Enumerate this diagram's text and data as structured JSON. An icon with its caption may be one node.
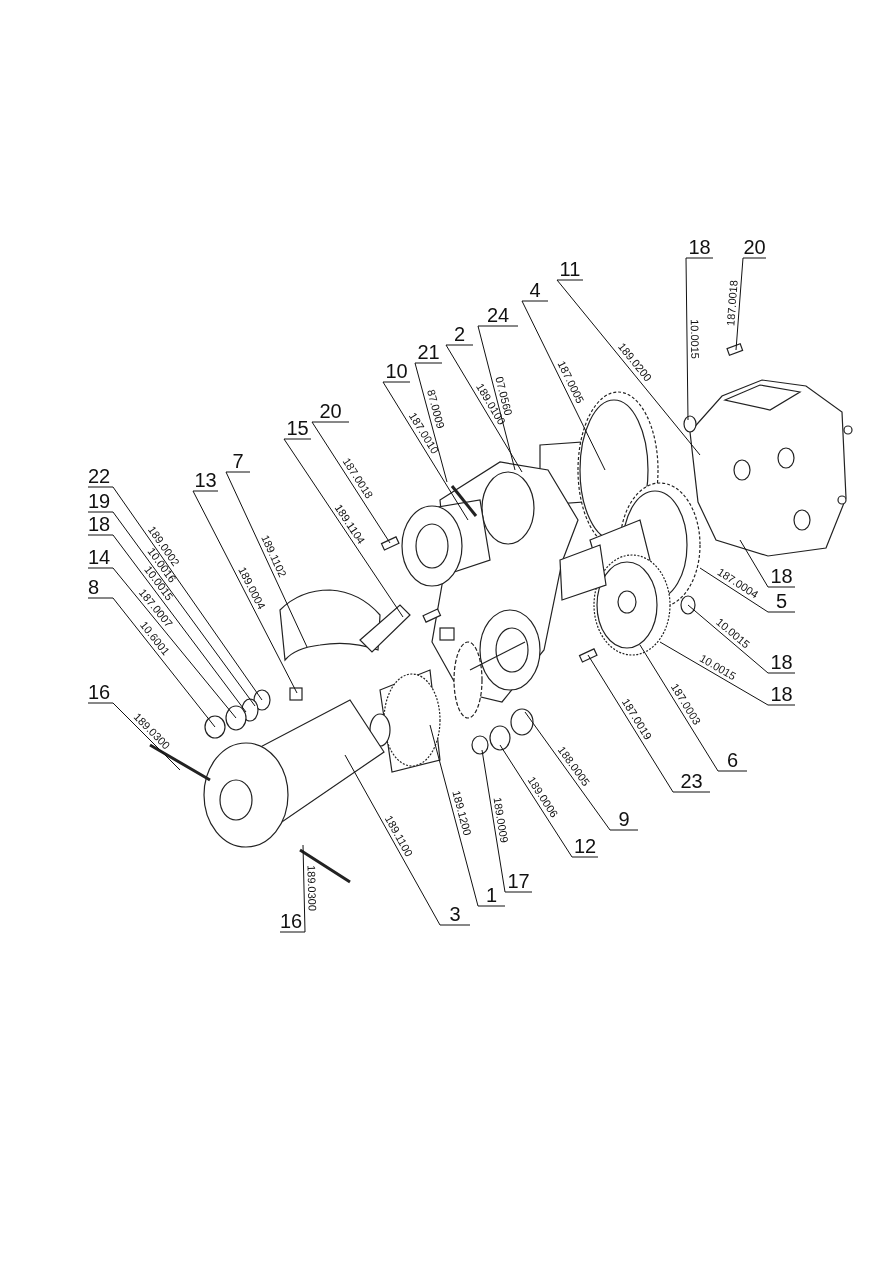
{
  "diagram": {
    "nodes": [
      {
        "text": [
          "20"
        ]
      },
      {
        "text": [
          "18"
        ]
      },
      {
        "text": [
          "11"
        ]
      },
      {
        "text": [
          "4"
        ]
      },
      {
        "text": [
          "24"
        ]
      },
      {
        "text": [
          "2"
        ]
      },
      {
        "text": [
          "21"
        ]
      },
      {
        "text": [
          "10"
        ]
      },
      {
        "text": [
          "20"
        ]
      },
      {
        "text": [
          "15"
        ]
      },
      {
        "text": [
          "7"
        ]
      },
      {
        "text": [
          "13"
        ]
      },
      {
        "text": [
          "22"
        ]
      },
      {
        "text": [
          "19"
        ]
      },
      {
        "text": [
          "18"
        ]
      },
      {
        "text": [
          "14"
        ]
      },
      {
        "text": [
          "8"
        ]
      },
      {
        "text": [
          "16"
        ]
      },
      {
        "text": [
          "18"
        ]
      },
      {
        "text": [
          "5"
        ]
      },
      {
        "text": [
          "18"
        ]
      },
      {
        "text": [
          "18"
        ]
      },
      {
        "text": [
          "6"
        ]
      },
      {
        "text": [
          "23"
        ]
      },
      {
        "text": [
          "9"
        ]
      },
      {
        "text": [
          "12"
        ]
      },
      {
        "text": [
          "17"
        ]
      },
      {
        "text": [
          "1"
        ]
      },
      {
        "text": [
          "3"
        ]
      },
      {
        "text": [
          "16"
        ]
      }
    ],
    "edges": [
      {
        "from": 0,
        "to": null,
        "arrow": "none",
        "label": "187.0018"
      },
      {
        "from": 1,
        "to": null,
        "arrow": "none",
        "label": "10.0015"
      },
      {
        "from": 2,
        "to": null,
        "arrow": "none",
        "label": "189.0200"
      },
      {
        "from": 3,
        "to": null,
        "arrow": "none",
        "label": "187.0005"
      },
      {
        "from": 4,
        "to": null,
        "arrow": "none",
        "label": "07.0560"
      },
      {
        "from": 5,
        "to": null,
        "arrow": "none",
        "label": "189.0100"
      },
      {
        "from": 6,
        "to": null,
        "arrow": "none",
        "label": "87.0009"
      },
      {
        "from": 7,
        "to": null,
        "arrow": "none",
        "label": "187.0010"
      },
      {
        "from": 8,
        "to": null,
        "arrow": "none",
        "label": "187.0018"
      },
      {
        "from": 9,
        "to": null,
        "arrow": "none",
        "label": "189.1104"
      },
      {
        "from": 10,
        "to": null,
        "arrow": "none",
        "label": "189.1102"
      },
      {
        "from": 11,
        "to": null,
        "arrow": "none",
        "label": "189.0004"
      },
      {
        "from": 12,
        "to": null,
        "arrow": "none",
        "label": "189.0002"
      },
      {
        "from": 13,
        "to": null,
        "arrow": "none",
        "label": "10.0016"
      },
      {
        "from": 14,
        "to": null,
        "arrow": "none",
        "label": "10.0015"
      },
      {
        "from": 15,
        "to": null,
        "arrow": "none",
        "label": "187.0007"
      },
      {
        "from": 16,
        "to": null,
        "arrow": "none",
        "label": "10.6001"
      },
      {
        "from": 17,
        "to": null,
        "arrow": "none",
        "label": "189.0300"
      },
      {
        "from": 18,
        "to": null,
        "arrow": "none"
      },
      {
        "from": 19,
        "to": null,
        "arrow": "none",
        "label": "187.0004"
      },
      {
        "from": 20,
        "to": null,
        "arrow": "none",
        "label": "10.0015"
      },
      {
        "from": 21,
        "to": null,
        "arrow": "none",
        "label": "10.0015"
      },
      {
        "from": 22,
        "to": null,
        "arrow": "none",
        "label": "187.0003"
      },
      {
        "from": 23,
        "to": null,
        "arrow": "none",
        "label": "187.0019"
      },
      {
        "from": 24,
        "to": null,
        "arrow": "none",
        "label": "188.0005"
      },
      {
        "from": 25,
        "to": null,
        "arrow": "none",
        "label": "189.0006"
      },
      {
        "from": 26,
        "to": null,
        "arrow": "none",
        "label": "189.0009"
      },
      {
        "from": 27,
        "to": null,
        "arrow": "none",
        "label": "189.1200"
      },
      {
        "from": 28,
        "to": null,
        "arrow": "none",
        "label": "189.1100"
      },
      {
        "from": 29,
        "to": null,
        "arrow": "none",
        "label": "189.0300"
      }
    ]
  }
}
